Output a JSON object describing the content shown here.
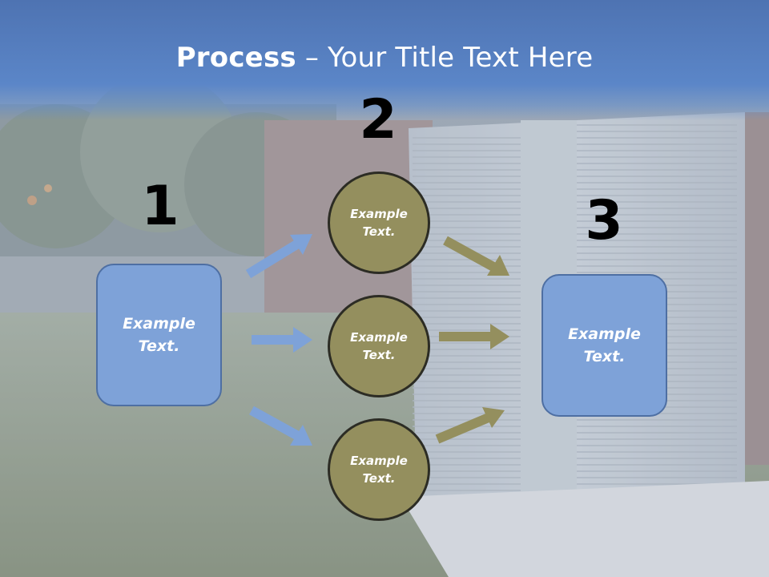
{
  "title": {
    "bold": "Process",
    "rest": " – Your Title Text Here"
  },
  "steps": [
    {
      "number": "1",
      "label": "Example Text."
    },
    {
      "number": "2",
      "label": "Example Text."
    },
    {
      "number": "3",
      "label": "Example Text."
    }
  ],
  "branches": [
    {
      "label": "Example Text."
    },
    {
      "label": "Example Text."
    },
    {
      "label": "Example Text."
    }
  ],
  "colors": {
    "title_bar": "#5b86c8",
    "box_fill": "#7ea2d8",
    "circle_fill": "#948f5e",
    "blue_arrow": "#7ea2d8",
    "olive_arrow": "#948f5e"
  },
  "background": {
    "description_icon": "photo-backyard-ac-unit"
  }
}
